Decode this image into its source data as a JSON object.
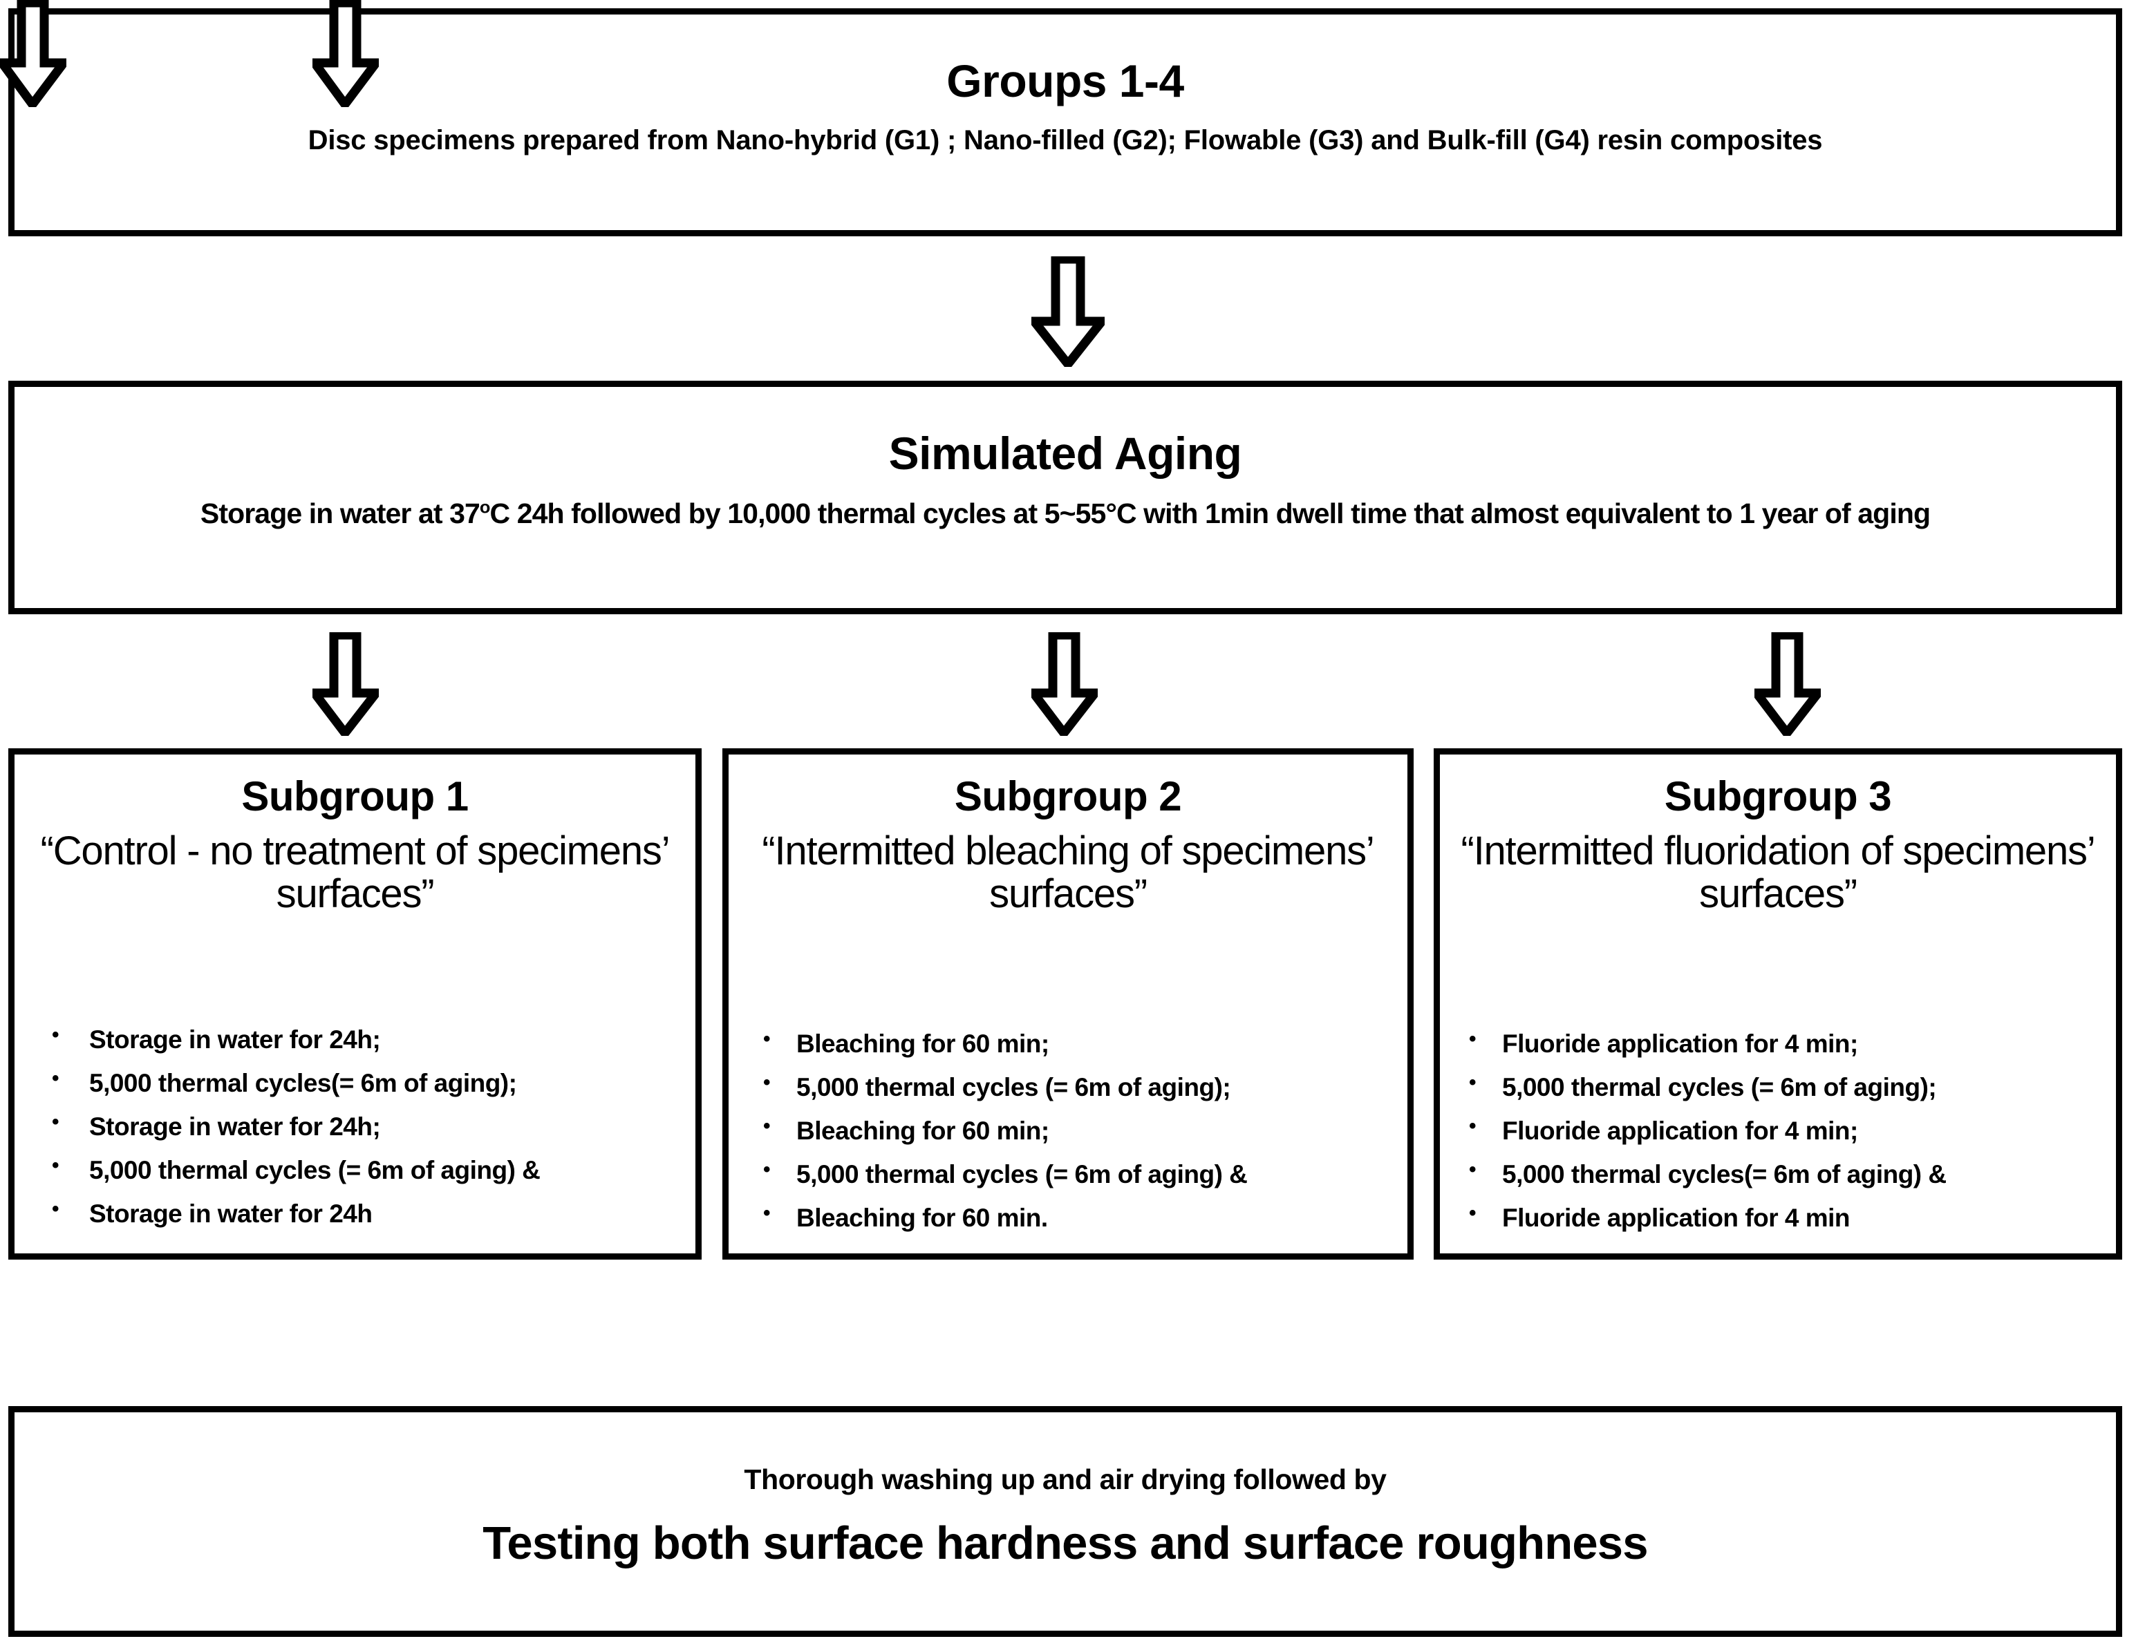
{
  "groups": {
    "title": "Groups 1-4",
    "subtitle": "Disc specimens prepared from  Nano-hybrid  (G1) ; Nano-filled (G2); Flowable (G3)  and Bulk-fill (G4) resin composites"
  },
  "aging": {
    "title": "Simulated Aging",
    "subtitle_part1": "Storage in water at 37",
    "subtitle_deg": "o",
    "subtitle_part2": "C 24h followed by 10,000 thermal cycles at 5~55°C with 1min dwell time that almost equivalent to 1 year of aging"
  },
  "subgroups": [
    {
      "title": "Subgroup 1",
      "quote": "“Control - no treatment of specimens’ surfaces”",
      "steps": [
        "Storage in water for 24h;",
        "5,000 thermal cycles(= 6m of aging);",
        "Storage in water for 24h;",
        "5,000 thermal cycles (= 6m of aging) &",
        "Storage in water for 24h"
      ]
    },
    {
      "title": "Subgroup 2",
      "quote": "“Intermitted bleaching of specimens’ surfaces”",
      "steps": [
        "Bleaching for 60 min;",
        "5,000 thermal cycles (= 6m of aging);",
        "Bleaching for 60 min;",
        "5,000 thermal cycles (= 6m of aging) &",
        "Bleaching for 60 min."
      ]
    },
    {
      "title": "Subgroup 3",
      "quote": "“Intermitted fluoridation of specimens’ surfaces”",
      "steps": [
        "Fluoride application for 4 min;",
        "5,000 thermal cycles (= 6m of aging);",
        "Fluoride application for 4 min;",
        "5,000 thermal cycles(= 6m of aging) &",
        "Fluoride application for 4 min"
      ]
    }
  ],
  "testing": {
    "line1": "Thorough washing up and air drying followed by",
    "line2": "Testing both surface hardness and surface roughness"
  },
  "arrows": {
    "label": "down-arrow",
    "fill": "#ffffff",
    "stroke": "#000000"
  }
}
